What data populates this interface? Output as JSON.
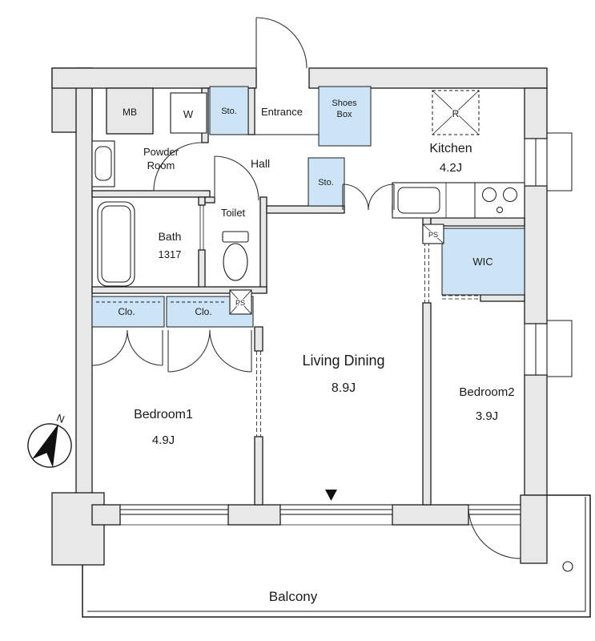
{
  "plan": {
    "rooms": {
      "entrance": "Entrance",
      "hall": "Hall",
      "kitchen": "Kitchen",
      "kitchen_size": "4.2J",
      "powder_line1": "Powder",
      "powder_line2": "Room",
      "bath": "Bath",
      "bath_size": "1317",
      "toilet": "Toilet",
      "living_dining": "Living Dining",
      "living_dining_size": "8.9J",
      "bedroom1": "Bedroom1",
      "bedroom1_size": "4.9J",
      "bedroom2": "Bedroom2",
      "bedroom2_size": "3.9J",
      "wic": "WIC",
      "balcony": "Balcony"
    },
    "storage": {
      "sto_entrance": "Sto.",
      "sto_hall": "Sto.",
      "shoes_line1": "Shoes",
      "shoes_line2": "Box",
      "clo_left": "Clo.",
      "clo_right": "Clo."
    },
    "equipment": {
      "meter_box": "MB",
      "washer": "W",
      "refrigerator": "R",
      "ps_bath": "PS",
      "ps_kitchen": "PS"
    },
    "compass_north": "N",
    "colors": {
      "wall_fill": "#e8e8e8",
      "storage_fill": "#cce4f6",
      "outline": "#1b1b1b"
    }
  }
}
